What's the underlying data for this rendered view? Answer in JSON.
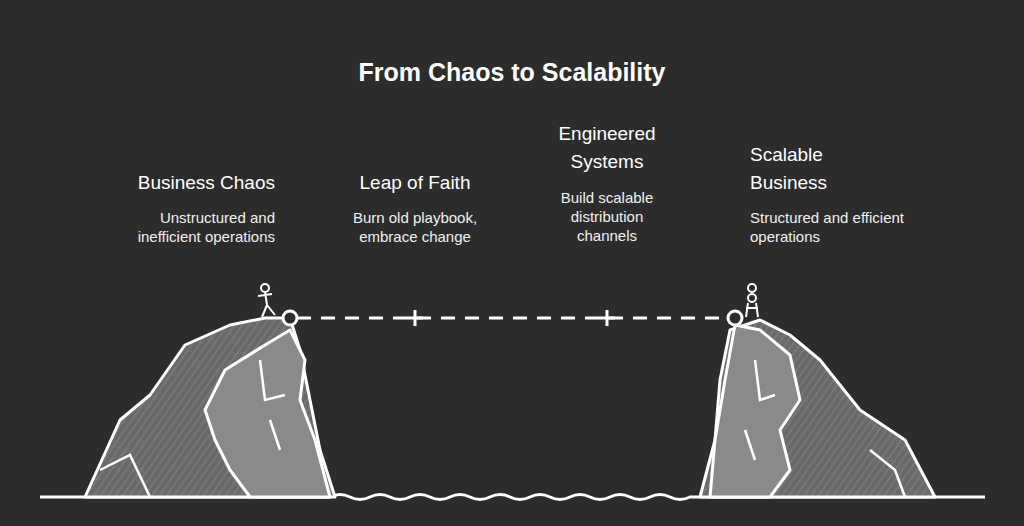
{
  "diagram": {
    "title": "From Chaos to Scalability",
    "labels": [
      "Business Chaos",
      "Unstructured and inefficient operations",
      "Leap of Faith",
      "Burn old playbook, embrace change",
      "Engineered Systems",
      "Build scalable distribution channels",
      "Scalable Business",
      "Structured and efficient operations"
    ]
  }
}
